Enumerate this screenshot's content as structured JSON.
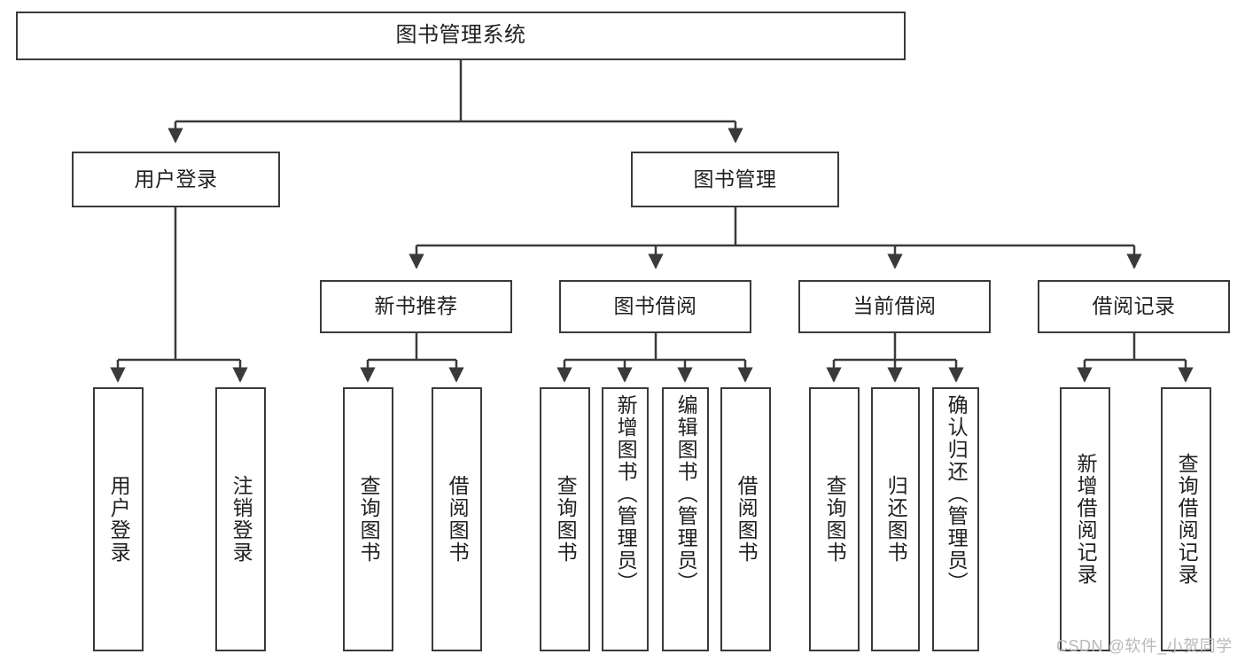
{
  "diagram": {
    "title": "图书管理系统",
    "type": "tree-hierarchy-chart",
    "colors": {
      "box_border": "#3a3a3a",
      "box_fill": "#ffffff",
      "edge": "#3a3a3a",
      "text": "#1f1f1f",
      "watermark": "#b9b9b9"
    }
  },
  "nodes": {
    "root": {
      "label": "图书管理系统"
    },
    "level2": [
      {
        "label": "用户登录"
      },
      {
        "label": "图书管理"
      }
    ],
    "level3": [
      {
        "label": "新书推荐"
      },
      {
        "label": "图书借阅"
      },
      {
        "label": "当前借阅"
      },
      {
        "label": "借阅记录"
      }
    ],
    "leaves_user_login": [
      {
        "label": "用户登录"
      },
      {
        "label": "注销登录"
      }
    ],
    "leaves_new_book": [
      {
        "label": "查询图书"
      },
      {
        "label": "借阅图书"
      }
    ],
    "leaves_borrow": [
      {
        "label": "查询图书"
      },
      {
        "label": "新增图书（管理员）"
      },
      {
        "label": "编辑图书（管理员）"
      },
      {
        "label": "借阅图书"
      }
    ],
    "leaves_current": [
      {
        "label": "查询图书"
      },
      {
        "label": "归还图书"
      },
      {
        "label": "确认归还（管理员）"
      }
    ],
    "leaves_record": [
      {
        "label": "新增借阅记录"
      },
      {
        "label": "查询借阅记录"
      }
    ]
  },
  "watermark": {
    "text": "CSDN @软件_小贺同学"
  }
}
